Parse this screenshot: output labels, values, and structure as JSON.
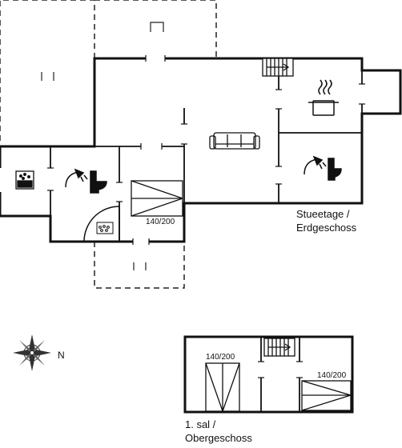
{
  "floors": [
    {
      "name_line1": "Stueetage /",
      "name_line2": "Erdgeschoss",
      "rooms": [
        {
          "label": "living-room",
          "icon": "sofa-icon"
        },
        {
          "label": "kitchen",
          "icon": "cooking-pot-icon"
        },
        {
          "label": "bathroom",
          "icon": "shower-toilet-icon"
        },
        {
          "label": "bathroom",
          "icon": "shower-toilet-icon"
        },
        {
          "label": "utility",
          "icon": "washing-machine-icon"
        },
        {
          "label": "sauna",
          "icon": "sauna-icon"
        },
        {
          "label": "bedroom",
          "icon": "bed-icon",
          "bed_size": "140/200"
        }
      ],
      "terraces": 3
    },
    {
      "name_line1": "1. sal /",
      "name_line2": "Obergeschoss",
      "rooms": [
        {
          "label": "bedroom",
          "icon": "bed-icon",
          "bed_size": "140/200"
        },
        {
          "label": "bedroom",
          "icon": "bed-icon",
          "bed_size": "140/200"
        }
      ]
    }
  ],
  "compass": {
    "north_label": "N",
    "icon": "compass-rose-icon"
  },
  "colors": {
    "wall": "#111111",
    "dashed": "#222222",
    "background": "#ffffff"
  }
}
